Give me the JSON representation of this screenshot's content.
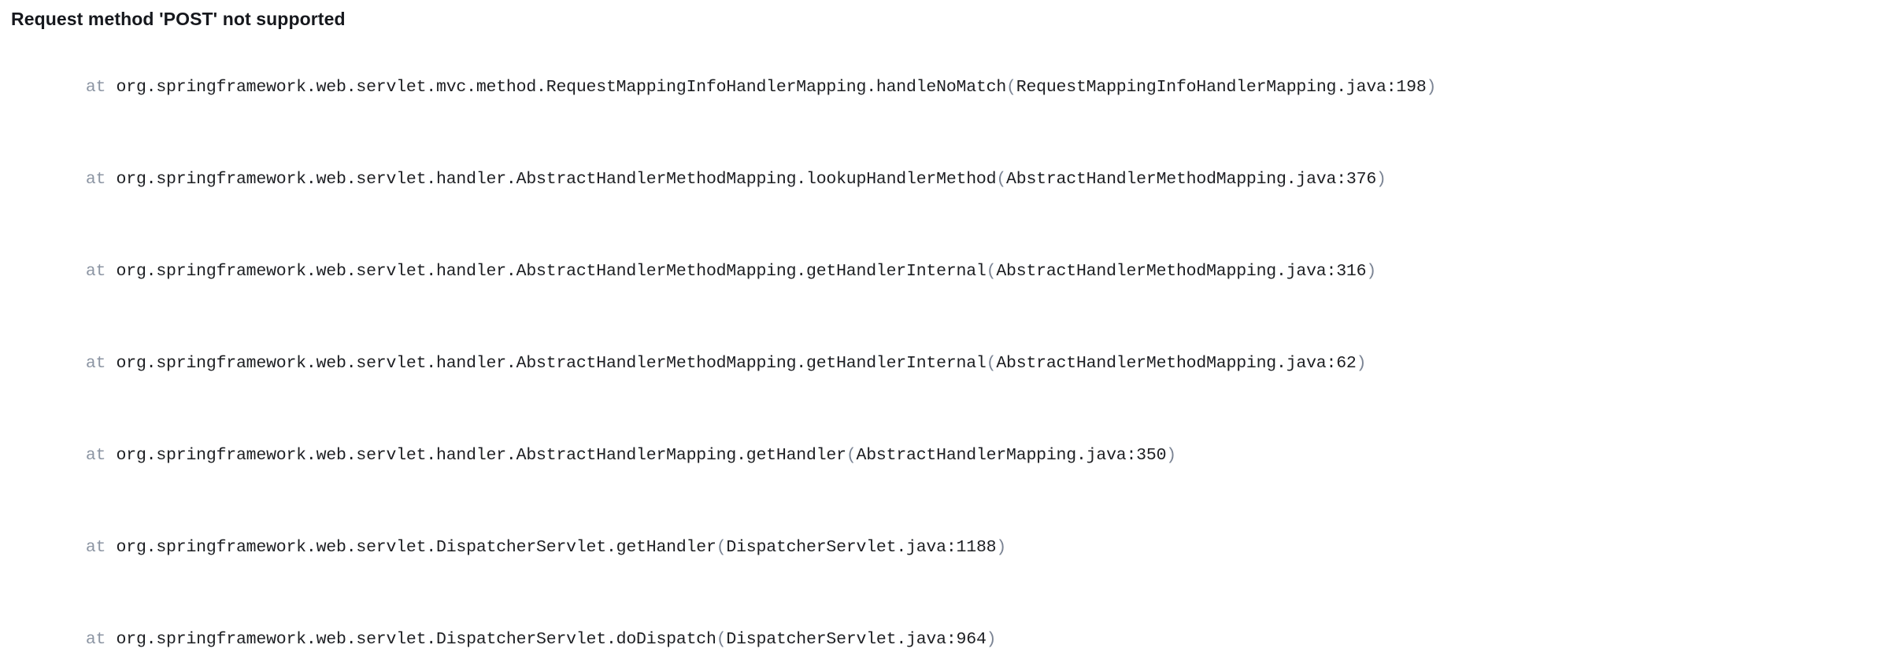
{
  "document": {
    "type": "java-exception-stack-trace",
    "title": "Request method 'POST' not supported",
    "at_keyword": "at",
    "open_paren": "(",
    "close_paren": ")",
    "colors": {
      "background": "#ffffff",
      "title_text": "#16181d",
      "frame_text": "#1c1e22",
      "at_keyword": "#8c95a3",
      "paren": "#7b8494"
    },
    "stack_frames": [
      {
        "at": "at",
        "qualified_method": "org.springframework.web.servlet.mvc.method.RequestMappingInfoHandlerMapping.handleNoMatch",
        "source": "RequestMappingInfoHandlerMapping.java:198",
        "file": "RequestMappingInfoHandlerMapping.java",
        "line": 198
      },
      {
        "at": "at",
        "qualified_method": "org.springframework.web.servlet.handler.AbstractHandlerMethodMapping.lookupHandlerMethod",
        "source": "AbstractHandlerMethodMapping.java:376",
        "file": "AbstractHandlerMethodMapping.java",
        "line": 376
      },
      {
        "at": "at",
        "qualified_method": "org.springframework.web.servlet.handler.AbstractHandlerMethodMapping.getHandlerInternal",
        "source": "AbstractHandlerMethodMapping.java:316",
        "file": "AbstractHandlerMethodMapping.java",
        "line": 316
      },
      {
        "at": "at",
        "qualified_method": "org.springframework.web.servlet.handler.AbstractHandlerMethodMapping.getHandlerInternal",
        "source": "AbstractHandlerMethodMapping.java:62",
        "file": "AbstractHandlerMethodMapping.java",
        "line": 62
      },
      {
        "at": "at",
        "qualified_method": "org.springframework.web.servlet.handler.AbstractHandlerMapping.getHandler",
        "source": "AbstractHandlerMapping.java:350",
        "file": "AbstractHandlerMapping.java",
        "line": 350
      },
      {
        "at": "at",
        "qualified_method": "org.springframework.web.servlet.DispatcherServlet.getHandler",
        "source": "DispatcherServlet.java:1188",
        "file": "DispatcherServlet.java",
        "line": 1188
      },
      {
        "at": "at",
        "qualified_method": "org.springframework.web.servlet.DispatcherServlet.doDispatch",
        "source": "DispatcherServlet.java:964",
        "file": "DispatcherServlet.java",
        "line": 964
      }
    ]
  }
}
